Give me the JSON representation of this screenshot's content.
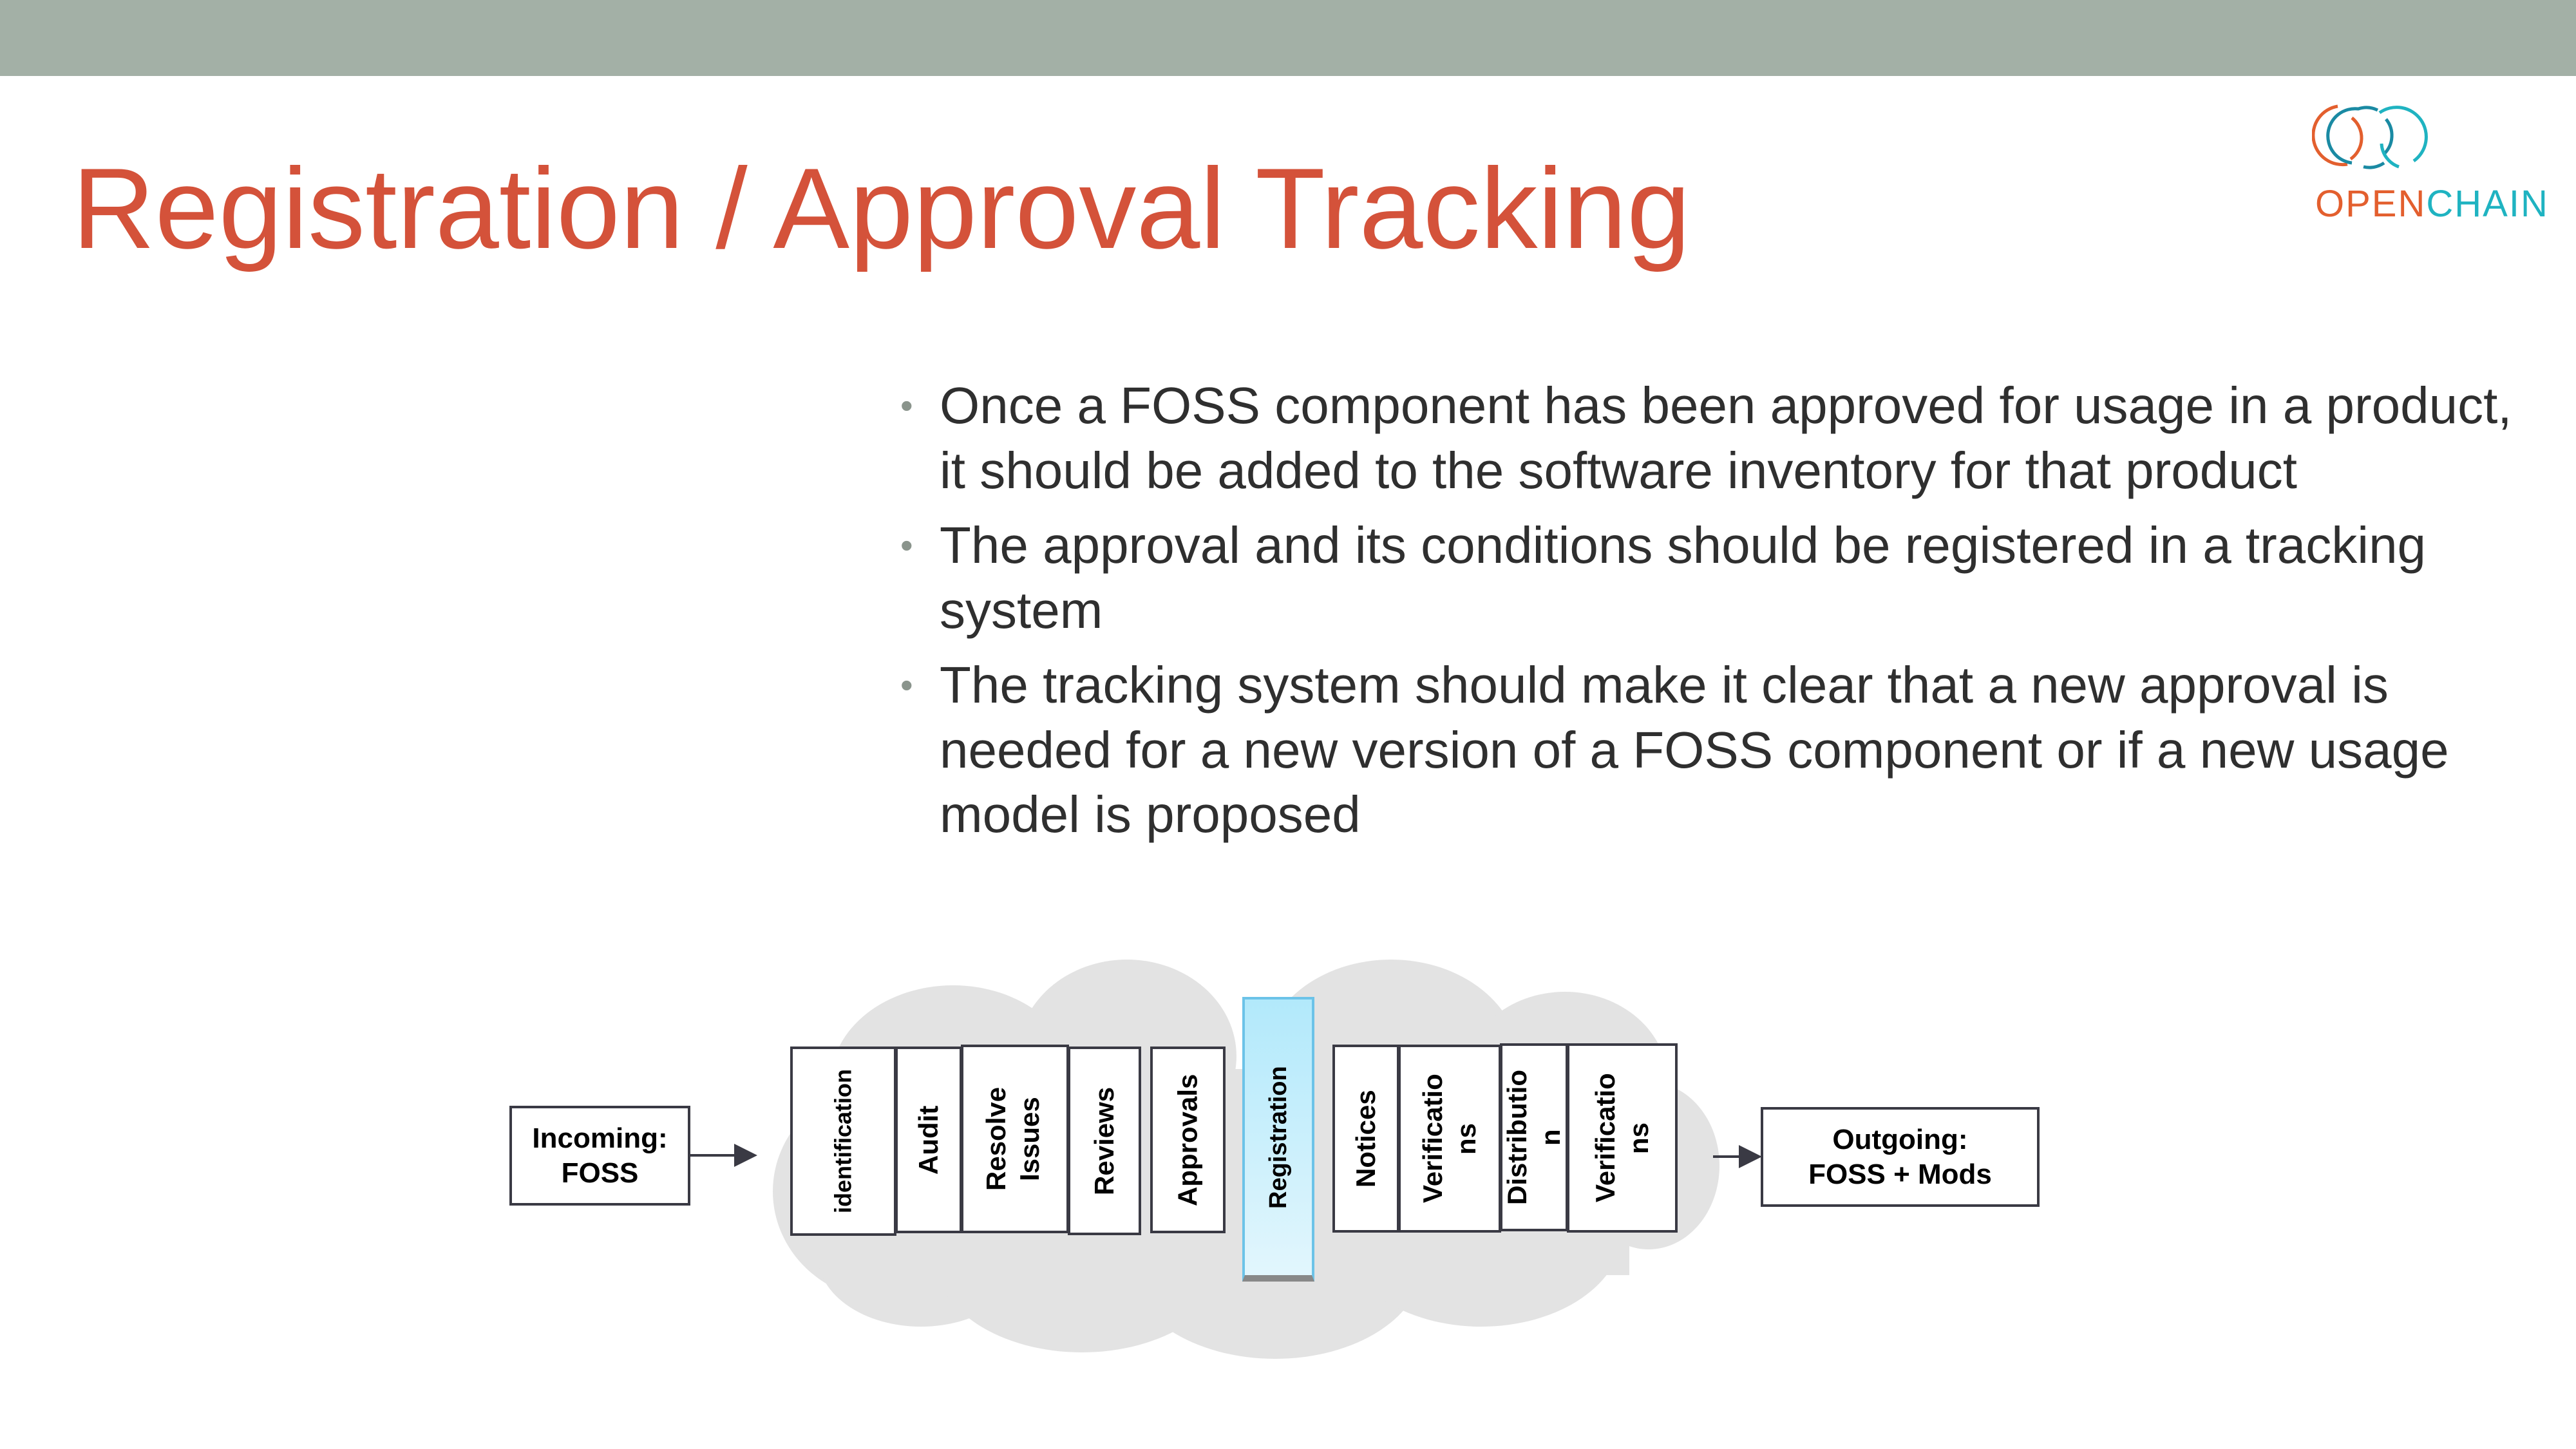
{
  "title": "Registration / Approval Tracking",
  "logo": {
    "text_open": "OPEN",
    "text_chain": "CHAIN",
    "colors": {
      "orange": "#e35f2e",
      "teal": "#1fb3c1",
      "dark_teal": "#1a8aa3"
    }
  },
  "bullets": [
    "Once a FOSS component has been approved for usage in a product, it should be added to the software inventory for that product",
    "The approval and its conditions should be registered in a tracking system",
    "The tracking system should make it clear that a new approval is needed for a new version of a FOSS component or if a new usage model is proposed"
  ],
  "diagram": {
    "incoming": [
      "Incoming:",
      "FOSS"
    ],
    "outgoing": [
      "Outgoing:",
      "FOSS + Mods"
    ],
    "steps": [
      "identification",
      "Audit",
      "Resolve Issues",
      "Reviews",
      "Approvals",
      "Registration",
      "Notices",
      "Verificatio ns",
      "Distributio n",
      "Verificatio ns"
    ],
    "highlighted": "Registration"
  },
  "colors": {
    "title": "#d4523a",
    "topbar": "#a3b0a6",
    "highlight": "#b2e9fb"
  }
}
